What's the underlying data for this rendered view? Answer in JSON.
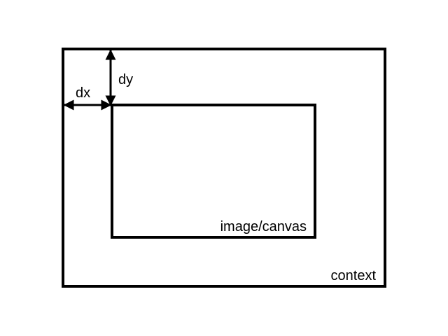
{
  "labels": {
    "context": "context",
    "image": "image/canvas",
    "dx": "dx",
    "dy": "dy"
  },
  "colors": {
    "stroke": "#000000",
    "background": "#ffffff"
  }
}
